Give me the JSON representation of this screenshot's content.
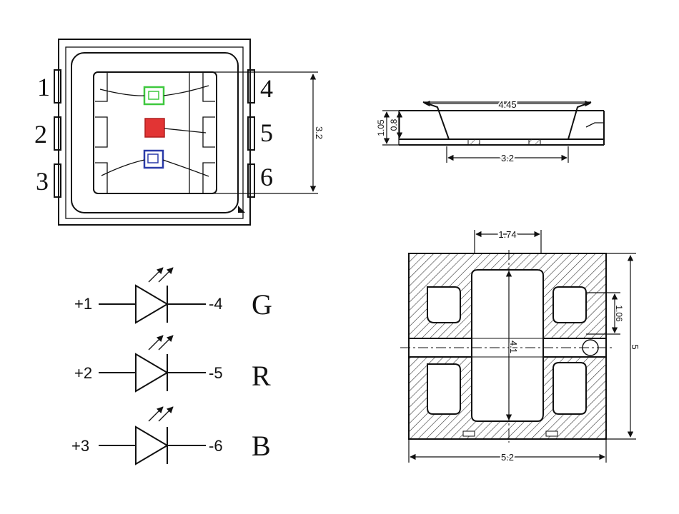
{
  "top_view": {
    "pin_labels": [
      "1",
      "2",
      "3",
      "4",
      "5",
      "6"
    ],
    "height_dim": "3.2",
    "colors": {
      "green": "#3ec83e",
      "red": "#e23434",
      "blue": "#2a3aa8"
    }
  },
  "side_view": {
    "top_width": "4.45",
    "total_height": "1.05",
    "body_height": "0.8",
    "pad_span": "3.2"
  },
  "schematic": {
    "rows": [
      {
        "plus": "+1",
        "minus": "-4",
        "letter": "G"
      },
      {
        "plus": "+2",
        "minus": "-5",
        "letter": "R"
      },
      {
        "plus": "+3",
        "minus": "-6",
        "letter": "B"
      }
    ]
  },
  "bottom_view": {
    "top_dim": "1.74",
    "right_small_dim": "1.06",
    "center_dim": "4.1",
    "height_dim": "5",
    "width_dim": "5.2"
  }
}
